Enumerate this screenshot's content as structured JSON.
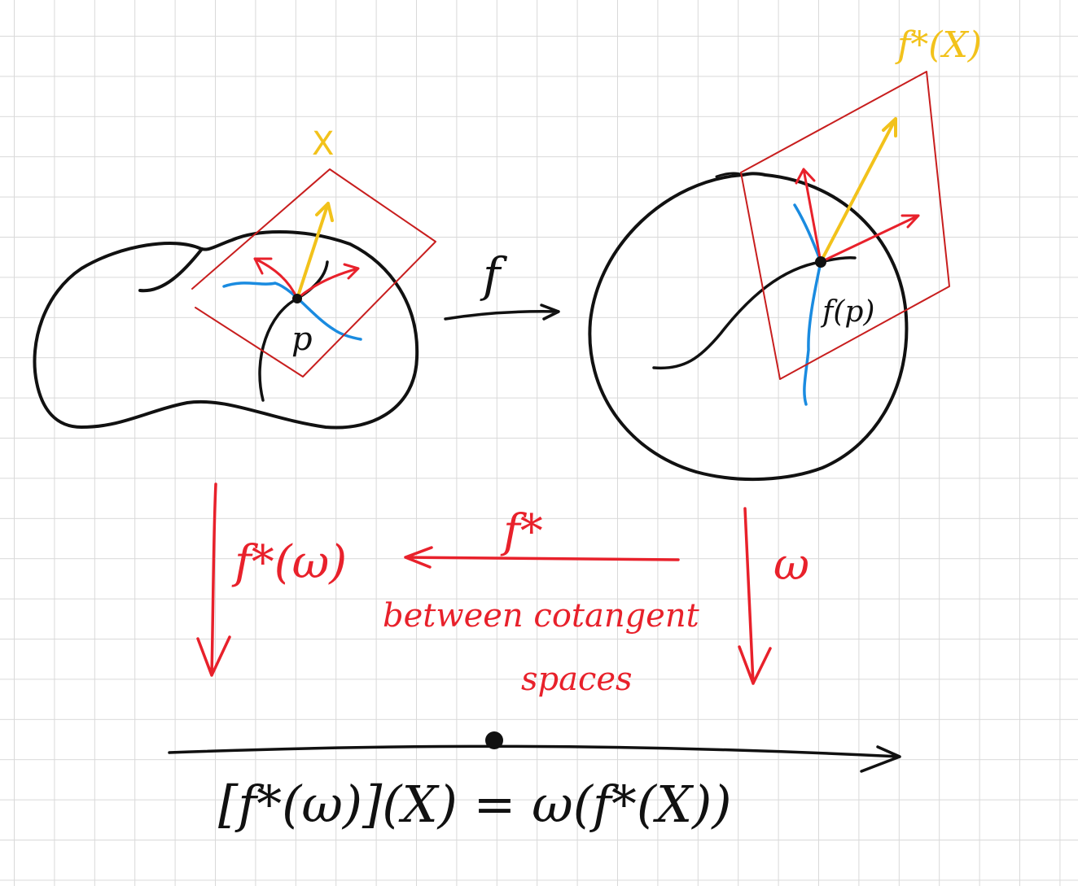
{
  "colors": {
    "grid": "#d9d9d9",
    "ink": "#111111",
    "red": "#e8212b",
    "blue": "#1a8be0",
    "yellow": "#f2c21b"
  },
  "labels": {
    "vector_X": "X",
    "point_p": "p",
    "map_f": "f",
    "pushforward_X": "f*(X)",
    "image_point": "f(p)",
    "pullback_map": "f*",
    "pullback_omega": "f*(ω)",
    "omega": "ω",
    "note_line1": "between cotangent",
    "note_line2": "spaces",
    "formula": "[f*(ω)](X) = ω(f*(X))"
  }
}
